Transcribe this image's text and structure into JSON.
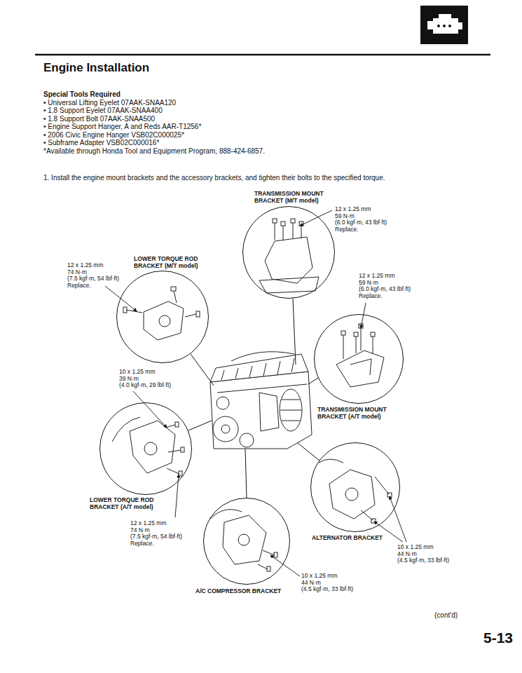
{
  "diagram": {
    "title": "Engine Installation",
    "nodes": [
      {
        "text": [
          "TRANSMISSION MOUNT BRACKET (M/T model)"
        ]
      },
      {
        "text": [
          "LOWER TORQUE ROD BRACKET (M/T model)"
        ]
      },
      {
        "text": [
          "TRANSMISSION MOUNT BRACKET (A/T model)"
        ]
      },
      {
        "text": [
          "LOWER TORQUE ROD BRACKET (A/T model)"
        ]
      },
      {
        "text": [
          "A/C COMPRESSOR BRACKET"
        ]
      },
      {
        "text": [
          "ALTERNATOR BRACKET"
        ]
      }
    ],
    "labels": [
      "Special Tools Required",
      "• Universal Lifting Eyelet 07AAK-SNAA120",
      "• 1.8 Support Eyelet 07AAK-SNAA400",
      "• 1.8 Support Bolt 07AAK-SNAA500",
      "• Engine Support Hanger, A and Reds AAR-T1256*",
      "• 2006 Civic Engine Hanger VSB02C000025*",
      "• Subframe Adapter VSB02C000016*",
      "*Available through Honda Tool and Equipment Program, 888-424-6857.",
      "1. Install the engine mount brackets and the accessory brackets, and tighten their bolts to the specified torque.",
      "12 x 1.25 mm",
      "59 N·m",
      "(6.0 kgf·m, 43 lbf·ft)",
      "Replace.",
      "12 x 1.25 mm",
      "74 N·m",
      "(7.5 kgf·m, 54 lbf·ft)",
      "Replace.",
      "12 x 1.25 mm",
      "59 N·m",
      "(6.0 kgf·m, 43 lbf·ft)",
      "Replace.",
      "10 x 1.25 mm",
      "39 N·m",
      "(4.0 kgf·m, 29 lbf·ft)",
      "12 x 1.25 mm",
      "74 N·m",
      "(7.5 kgf·m, 54 lbf·ft)",
      "Replace.",
      "10 x 1.25 mm",
      "44 N·m",
      "(4.5 kgf·m, 33 lbf·ft)",
      "10 x 1.25 mm",
      "44 N·m",
      "(4.5 kgf·m, 33 lbf·ft)",
      "(cont'd)",
      "5-13"
    ]
  }
}
